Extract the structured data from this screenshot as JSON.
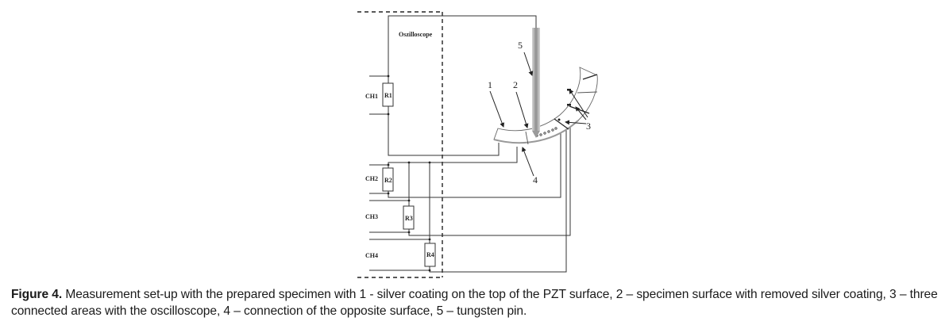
{
  "figure": {
    "oscilloscope_label": "Oszilloscope",
    "channels": [
      {
        "label": "CH1",
        "resistor": "R1"
      },
      {
        "label": "CH2",
        "resistor": "R2"
      },
      {
        "label": "CH3",
        "resistor": "R3"
      },
      {
        "label": "CH4",
        "resistor": "R4"
      }
    ],
    "callouts": [
      "1",
      "2",
      "3",
      "4",
      "5"
    ]
  },
  "caption": {
    "label": "Figure 4.",
    "text": " Measurement set-up with the prepared specimen with 1 - silver coating on the top of the PZT surface, 2 – specimen surface with removed silver coating, 3 – three connected areas with the oscilloscope, 4 – connection of the opposite surface, 5 – tungsten pin."
  }
}
